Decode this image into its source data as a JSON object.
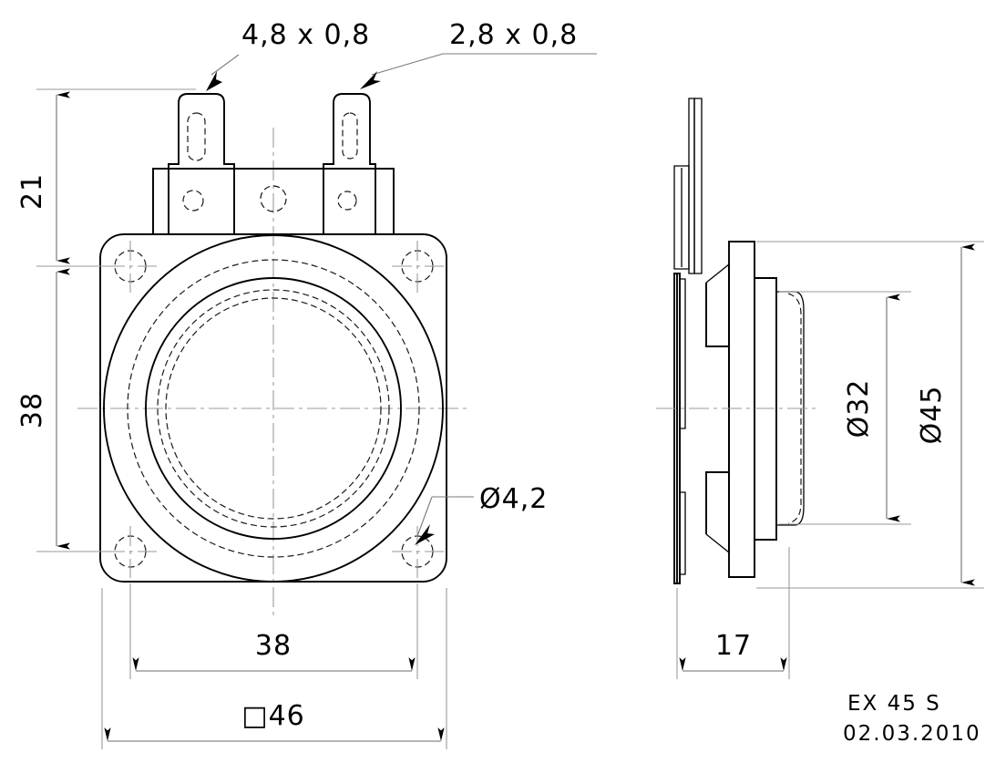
{
  "drawing": {
    "kind": "engineering-dimension-drawing",
    "subject": "loudspeaker square frame, front view and side section view",
    "units": "mm"
  },
  "callouts": {
    "terminal_large": "4,8 x 0,8",
    "terminal_small": "2,8 x 0,8",
    "mounting_hole": "Ø4,2"
  },
  "front_view": {
    "dim_terminal_height": "21",
    "dim_hole_pitch_vertical": "38",
    "dim_hole_pitch_horizontal": "38",
    "dim_frame_square": "□46"
  },
  "side_view": {
    "dim_depth": "17",
    "dim_cone_diameter": "Ø32",
    "dim_outer_diameter": "Ø45"
  },
  "title_block": {
    "model": "EX 45 S",
    "date": "02.03.2010"
  },
  "colors": {
    "line": "#000000",
    "dimension_line": "#6e6e6e",
    "center_line": "#9a9a9a",
    "background": "#ffffff"
  }
}
